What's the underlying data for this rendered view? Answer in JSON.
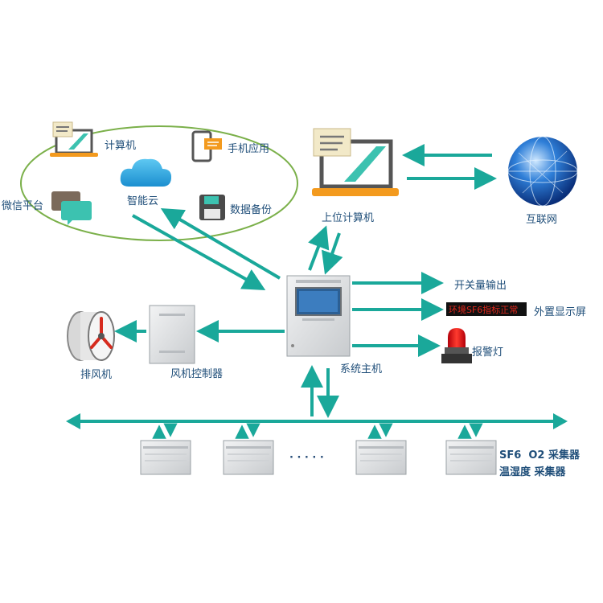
{
  "colors": {
    "arrow": "#1aa89a",
    "label_text": "#1f4e79",
    "ellipse": "#7bb04a",
    "display_red": "#e0281c",
    "display_bg": "#111111"
  },
  "cloud_group": {
    "computer": "计算机",
    "mobile_app": "手机应用",
    "smart_cloud": "智能云",
    "wechat": "微信平台",
    "data_backup": "数据备份"
  },
  "upper_computer": "上位计算机",
  "internet": "互联网",
  "main_host": "系统主机",
  "outputs": {
    "switch_output": "开关量输出",
    "external_display": "外置显示屏",
    "display_text": "环境SF6指标正常",
    "alarm_lamp": "报警灯"
  },
  "fan_controller": "风机控制器",
  "exhaust_fan": "排风机",
  "collectors": {
    "ellipsis": "· · · · ·",
    "line1": "SF6  O2 采集器",
    "line2": "温湿度 采集器",
    "count": 4
  },
  "icons": [
    "laptop-icon",
    "phone-icon",
    "cloud-icon",
    "chat-icon",
    "floppy-icon",
    "globe-icon",
    "fan-icon",
    "alarm-lamp-icon"
  ]
}
